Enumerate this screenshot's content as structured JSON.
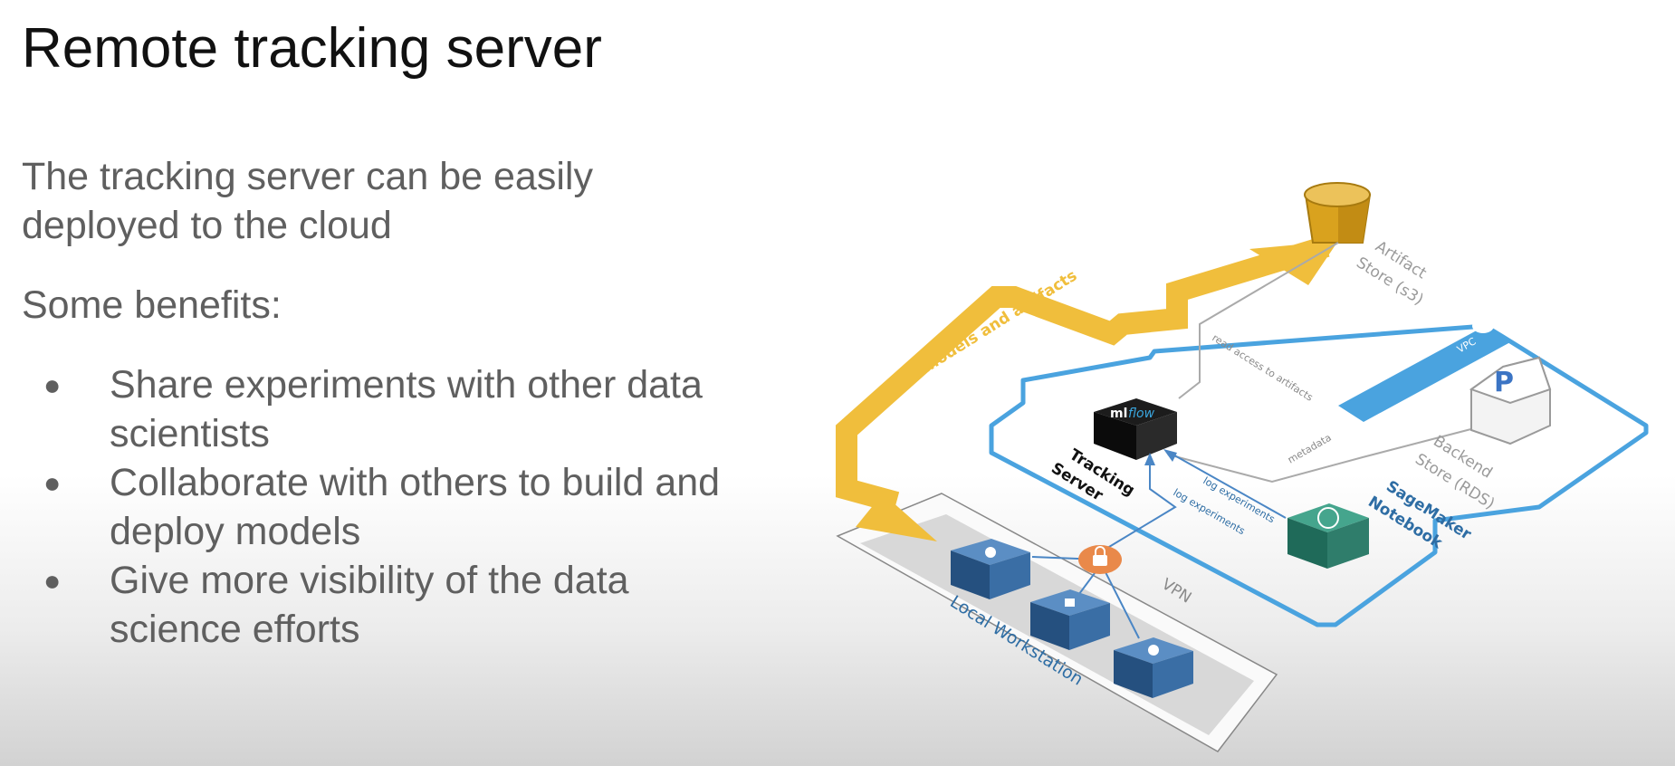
{
  "slide": {
    "title": "Remote tracking server",
    "intro": "The tracking server can be easily deployed to the cloud",
    "benefits_heading": "Some benefits:",
    "bullet_glyph": "●",
    "bullets": [
      "Share experiments with other data scientists",
      "Collaborate with others to build and deploy models",
      "Give more visibility of the data science efforts"
    ]
  },
  "diagram": {
    "artifact_store": {
      "line1": "Artifact",
      "line2": "Store (s3)",
      "icon": "s3-bucket-icon"
    },
    "models_and_artifacts": "models and artifacts",
    "read_access": "read access to artifacts",
    "vpc": "VPC",
    "backend_store": {
      "line1": "Backend",
      "line2": "Store (RDS)",
      "icon": "postgresql-icon"
    },
    "metadata": "metadata",
    "tracking_server": {
      "line1": "Tracking",
      "line2": "Server",
      "logo_ml": "ml",
      "logo_flow": "flow"
    },
    "log_experiments_1": "log experiments",
    "log_experiments_2": "log experiments",
    "sagemaker": {
      "line1": "SageMaker",
      "line2": "Notebook",
      "icon": "brain-icon"
    },
    "vpn": "VPN",
    "local_workstation": "Local Workstation",
    "workstation_icons": [
      "linux-icon",
      "windows-icon",
      "apple-icon"
    ],
    "lock_icon": "lock-icon"
  },
  "colors": {
    "title": "#111111",
    "body_text": "#5f5f5f",
    "arrow_yellow": "#f0be3c",
    "vpc_blue": "#4aa3df",
    "label_blue": "#2e6da4",
    "box_blue": "#3a6ea5",
    "sagemaker_green": "#2f7d6b",
    "lock_orange": "#e9894a",
    "grey_line": "#a9a9a9"
  }
}
